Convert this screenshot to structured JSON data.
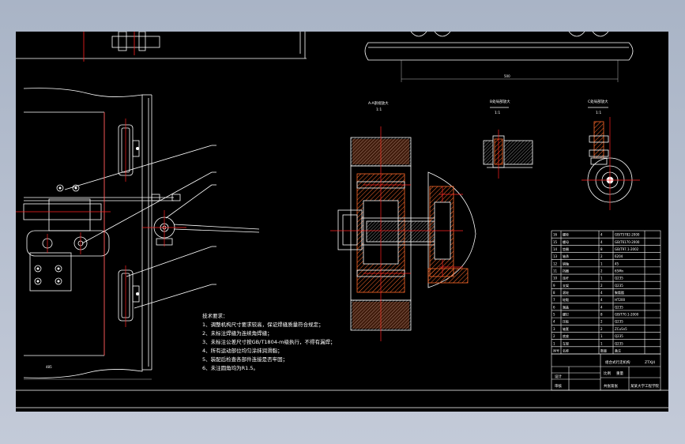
{
  "notes": {
    "title": "技术要求：",
    "items": [
      "1、调整机构尺寸要求较高，保证焊缝质量符合规定；",
      "2、未标注焊缝为连续角焊缝；",
      "3、未标注公差尺寸按GB/T1804-m级执行，不得有漏焊；",
      "4、所有运动部位均匀涂抹润滑脂；",
      "5、装配后检查各部件连接是否牢固；",
      "6、未注圆角均为R1.5。"
    ]
  },
  "view_labels": {
    "section": "A-A剖视放大",
    "section_sub": "1:1",
    "detail_b": "B处局部放大",
    "detail_b_sub": "1:1",
    "detail_c": "C处局部放大",
    "detail_c_sub": "1:1"
  },
  "dimensions": {
    "top_right": "500",
    "bottom_left": "485"
  },
  "title_block": {
    "drawing_name": "组合式行走机构",
    "drawing_no": "ZTXJ4",
    "school": "某某大学工程学院",
    "designer": "设计",
    "checker": "审核",
    "scale_label": "比例",
    "sheet_label": "共张第张",
    "mass_label": "重量"
  },
  "bom_rows": [
    [
      "16",
      "螺栓",
      "4",
      "GB/T5782-2000"
    ],
    [
      "15",
      "螺母",
      "4",
      "GB/T6170-2000"
    ],
    [
      "14",
      "垫圈",
      "8",
      "GB/T97.1-2002"
    ],
    [
      "13",
      "轴承",
      "2",
      "6204"
    ],
    [
      "12",
      "销轴",
      "1",
      "45"
    ],
    [
      "11",
      "挡圈",
      "2",
      "65Mn"
    ],
    [
      "10",
      "连杆",
      "1",
      "Q235"
    ],
    [
      "9",
      "支架",
      "2",
      "Q235"
    ],
    [
      "8",
      "滚轮",
      "4",
      "聚氨酯"
    ],
    [
      "7",
      "轮毂",
      "4",
      "HT200"
    ],
    [
      "6",
      "端盖",
      "4",
      "Q235"
    ],
    [
      "5",
      "螺钉",
      "8",
      "GB/T70.1-2000"
    ],
    [
      "4",
      "压板",
      "2",
      "Q235"
    ],
    [
      "3",
      "轴套",
      "2",
      "ZCuSn5"
    ],
    [
      "2",
      "底座",
      "1",
      "Q235"
    ],
    [
      "1",
      "车架",
      "1",
      "Q235"
    ]
  ],
  "bom_header": [
    "序号",
    "名称",
    "数量",
    "备注"
  ],
  "colors": {
    "background": "#000000",
    "line": "#ffffff",
    "center": "#ff2020",
    "hatch": "#ff6a2a",
    "dim": "#b8b8b8",
    "workspace": "#a9b4c6"
  }
}
